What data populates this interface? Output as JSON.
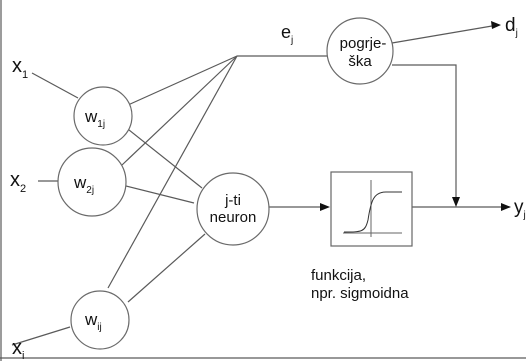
{
  "inputs": {
    "x1": {
      "base": "x",
      "sub": "1"
    },
    "x2": {
      "base": "x",
      "sub": "2"
    },
    "xi": {
      "base": "x",
      "sub": "i"
    }
  },
  "weights": {
    "w1j": {
      "base": "w",
      "sub": "1j"
    },
    "w2j": {
      "base": "w",
      "sub": "2j"
    },
    "wij": {
      "base": "w",
      "sub": "ij"
    }
  },
  "neuron": {
    "line1": "j-ti",
    "line2": "neuron"
  },
  "error_node": {
    "line1": "pogrje-",
    "line2": "ška"
  },
  "error_signal": {
    "base": "e",
    "sub": "j"
  },
  "desired_output": {
    "base": "d",
    "sub": "j"
  },
  "output": {
    "base": "y",
    "sub": "j"
  },
  "activation": {
    "line1": "funkcija,",
    "line2": "npr. sigmoidna"
  }
}
